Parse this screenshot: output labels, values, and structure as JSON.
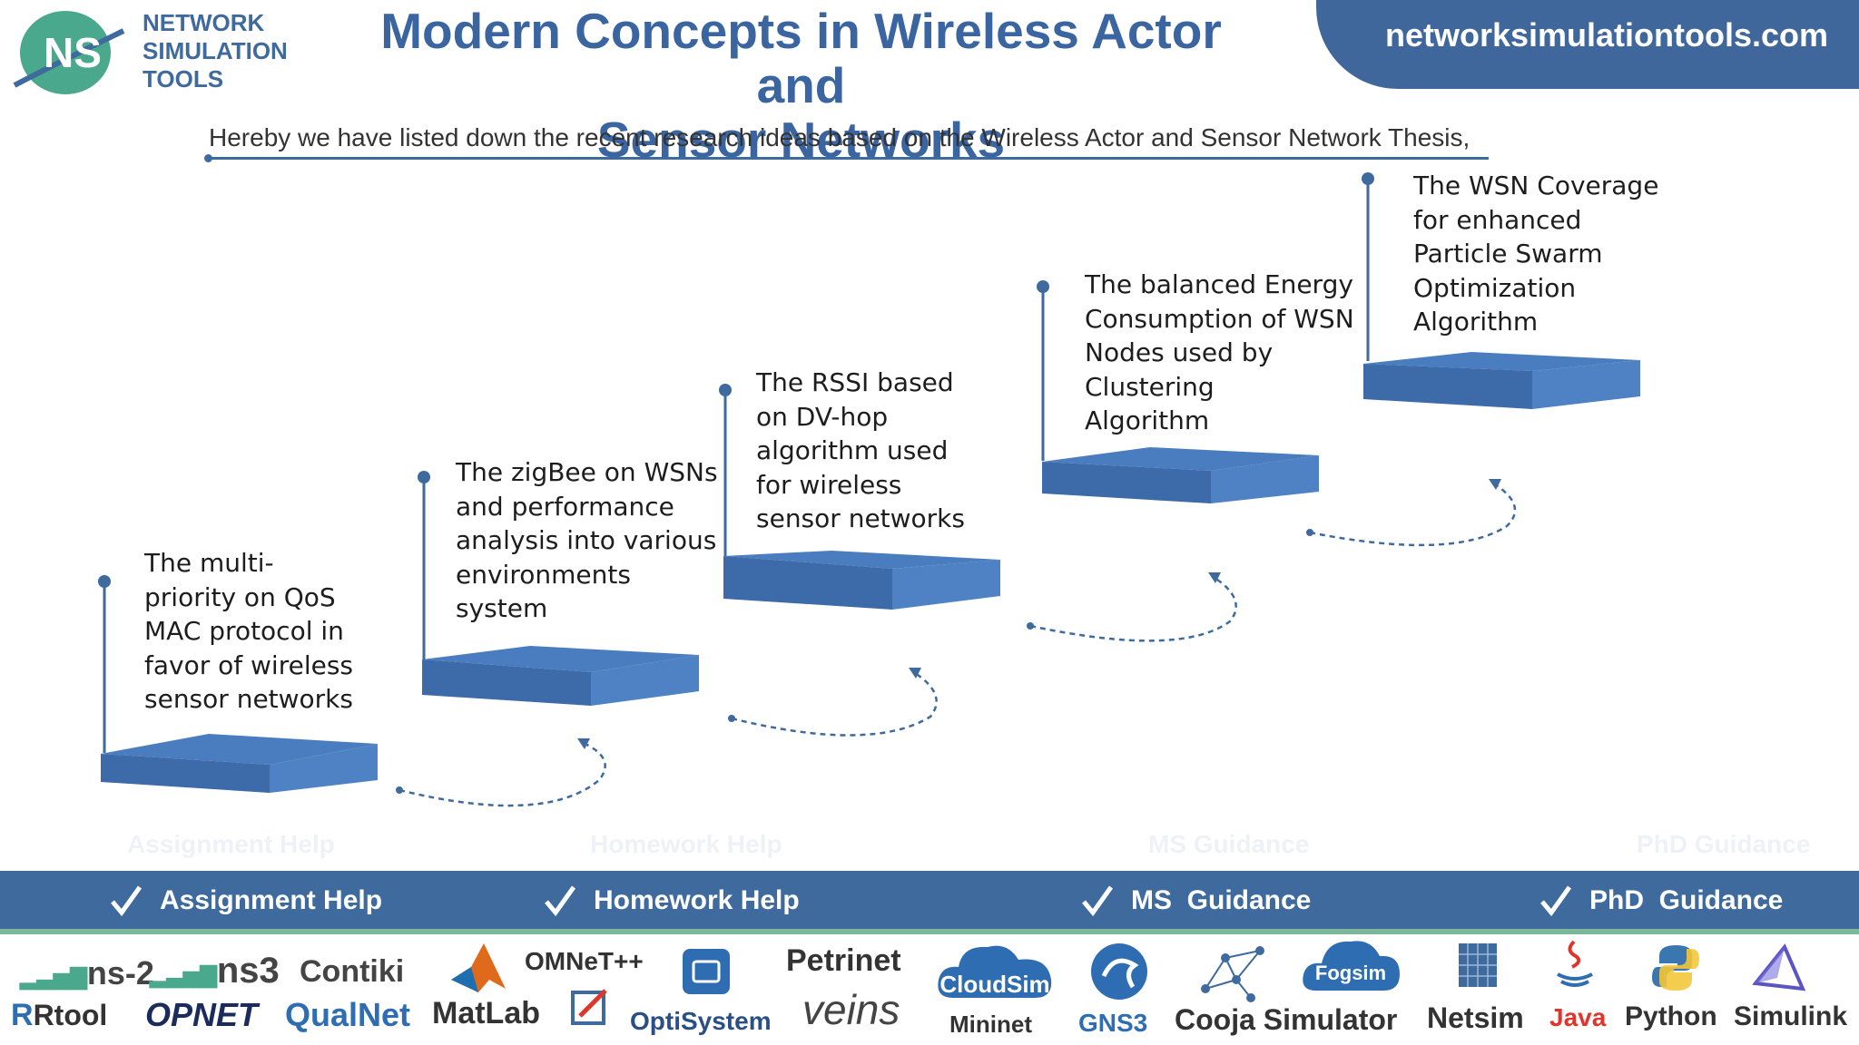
{
  "header": {
    "logo_mark": "NS",
    "logo_lines": [
      "NETWORK",
      "SIMULATION",
      "TOOLS"
    ],
    "title_line1": "Modern Concepts in Wireless Actor and",
    "title_line2": "Sensor Networks",
    "site": "networksimulationtools.com"
  },
  "intro": "Hereby we have listed down the recent research ideas based on the Wireless Actor and Sensor Network Thesis,",
  "steps": [
    {
      "lines": [
        "The multi-",
        "priority on QoS",
        "MAC protocol in",
        "favor of wireless",
        "sensor networks"
      ]
    },
    {
      "lines": [
        "The zigBee on WSNs",
        "and performance",
        "analysis into various",
        "environments",
        "system"
      ]
    },
    {
      "lines": [
        "The RSSI based",
        "on DV-hop",
        "algorithm used",
        "for wireless",
        "sensor networks"
      ]
    },
    {
      "lines": [
        "The balanced Energy",
        "Consumption of WSN",
        "Nodes used by",
        "Clustering",
        "Algorithm"
      ]
    },
    {
      "lines": [
        "The WSN Coverage",
        "for enhanced",
        "Particle Swarm",
        "Optimization",
        "Algorithm"
      ]
    }
  ],
  "services": [
    "Assignment Help",
    "Homework Help",
    "MS  Guidance",
    "PhD  Guidance"
  ],
  "tools": {
    "ns2": "ns-2",
    "ns3": "ns3",
    "contiki": "Contiki",
    "omnet": "OMNeT++",
    "petrinet": "Petrinet",
    "rtool": "Rtool",
    "opnet": "OPNET",
    "qualnet": "QualNet",
    "matlab": "MatLab",
    "optisystem": "OptiSystem",
    "veins": "veins",
    "cloudsim": "CloudSim",
    "mininet": "Mininet",
    "gns3": "GNS3",
    "cooja": "Cooja Simulator",
    "fogsim": "Fogsim",
    "netsim": "Netsim",
    "java": "Java",
    "python": "Python",
    "simulink": "Simulink"
  },
  "colors": {
    "brand_blue": "#3e6a9e",
    "step_blue": "#4472b0",
    "band_green": "#7cb899",
    "logo_green": "#4aa88c"
  }
}
